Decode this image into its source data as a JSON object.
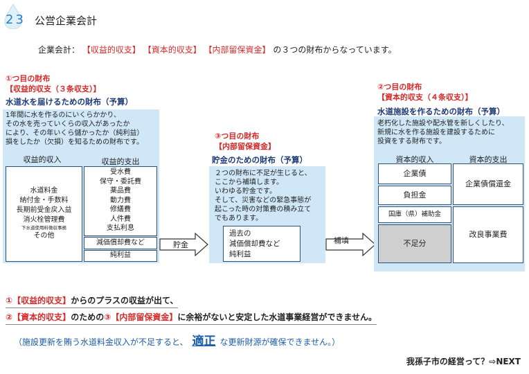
{
  "header": {
    "number": "23",
    "title": "公営企業会計"
  },
  "intro": {
    "prefix": "企業会計：",
    "acc1": "【収益的収支】",
    "acc2": "【資本的収支】",
    "acc3": "【内部留保資金】",
    "suffix": "の３つの財布からなっています。"
  },
  "wallet1": {
    "ordinal": "①つ目の財布",
    "name": "【収益的収支（３条収支）】",
    "subtitle": "水道水を届けるための財布（予算）",
    "desc": [
      "1年間に水を作るのにいくらかかり、",
      "その水を売っていくらの収入があったか",
      "により、その年いくら儲かったか（純利益）",
      "損をしたか（欠損）を知るための財布です。"
    ],
    "revenue_header": "収益的収入",
    "revenue_items": [
      "水道料金",
      "納付金・手数料",
      "長期前受金戻入益",
      "消火栓管理費"
    ],
    "revenue_note": "下水道使用料徴収事務",
    "revenue_other": "その他",
    "expense_header": "収益的支出",
    "expense_items": [
      "受水費",
      "保守・委託費",
      "薬品費",
      "動力費",
      "修繕費",
      "人件費",
      "支払利息"
    ],
    "depreciation": "減価償却費など",
    "net_profit": "純利益"
  },
  "arrow1": {
    "label": "貯金"
  },
  "wallet3": {
    "ordinal": "③つ目の財布",
    "name": "【内部留保資金】",
    "subtitle": "貯金のための財布（予算）",
    "desc": [
      "２つの財布に不足が生じると、",
      "ここから補填します。",
      "いわゆる貯金です。",
      "そして、災害などの緊急事態が",
      "起こった時の対策費の積み立て",
      "でもあります。"
    ],
    "box": [
      "過去の",
      "減価償却費など",
      "純利益"
    ]
  },
  "arrow2": {
    "label": "補填"
  },
  "wallet2": {
    "ordinal": "②つ目の財布",
    "name": "【資本的収支（４条収支）】",
    "subtitle": "水道施設を作るための財布（予算）",
    "desc": [
      "老朽化した施設や配水管を新しくしたり、",
      "新規に水を作る施設を建設するために",
      "投資をする財布です。"
    ],
    "revenue_header": "資本的収入",
    "expense_header": "資本的支出",
    "revenue_items": [
      "企業債",
      "負担金",
      "国庫（県）補助金",
      "不足分"
    ],
    "expense_items": [
      "企業債償還金",
      "改良事業費"
    ]
  },
  "summary": {
    "line1_num": "①",
    "line1_tag": "【収益的収支】",
    "line1_text": "からのプラスの収益が出て、",
    "line2_num": "②",
    "line2_tag": "【資本的収支】",
    "line2_mid": "のための",
    "line2_num3": "③",
    "line2_tag3": "【内部留保資金】",
    "line2_text": "に余裕がないと安定した水道事業経営ができません。",
    "note_pre": "（施設更新を賄う水道料金収入が不足すると、",
    "note_key": "適正",
    "note_post": "な更新財源が確保できません。）"
  },
  "footer": {
    "next": "我孫子市の経営って？⇨NEXT"
  },
  "colors": {
    "accent_red": "#d62828",
    "navy": "#1f3c78",
    "panel_blue": "#cfe7f6",
    "shortfall_gray": "#cfcfcf"
  }
}
